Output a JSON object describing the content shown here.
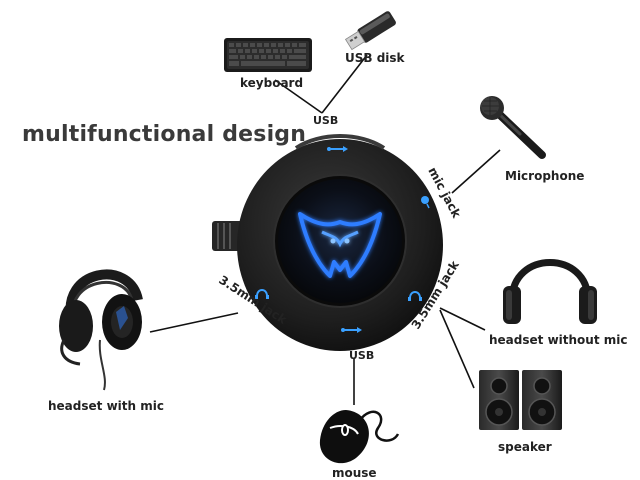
{
  "title": "multifunctional design",
  "devices": {
    "keyboard": "keyboard",
    "usb_disk": "USB disk",
    "microphone": "Microphone",
    "headset_without_mic": "headset without mic",
    "speaker": "speaker",
    "mouse": "mouse",
    "headset_with_mic": "headset with mic"
  },
  "ports": {
    "usb_top": "USB",
    "mic_jack": "mic jack",
    "jack_right": "3.5mm jack",
    "usb_bottom": "USB",
    "jack_left": "3.5mm jack"
  },
  "colors": {
    "hub_body": "#1c1c1c",
    "logo_glow": "#2f7dff",
    "port_icon": "#3aa0ff"
  }
}
